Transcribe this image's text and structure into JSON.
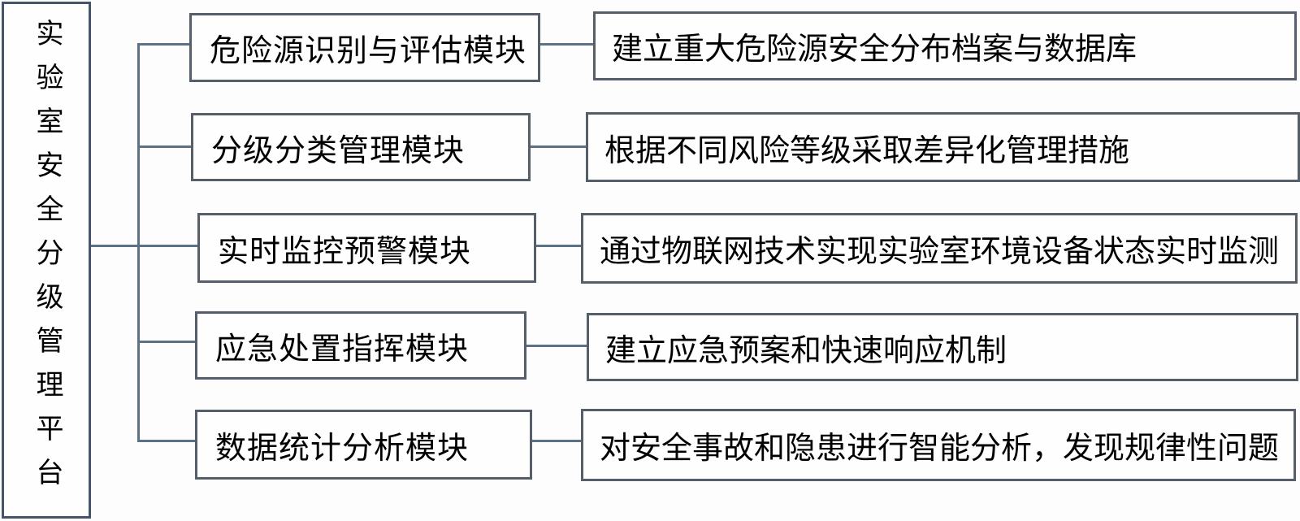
{
  "platform": {
    "label": "实验室安全分级管理平台"
  },
  "rows": [
    {
      "module": "危险源识别与评估模块",
      "description": "建立重大危险源安全分布档案与数据库"
    },
    {
      "module": "分级分类管理模块",
      "description": "根据不同风险等级采取差异化管理措施"
    },
    {
      "module": "实时监控预警模块",
      "description": "通过物联网技术实现实验室环境设备状态实时监测"
    },
    {
      "module": "应急处置指挥模块",
      "description": "建立应急预案和快速响应机制"
    },
    {
      "module": "数据统计分析模块",
      "description": "对安全事故和隐患进行智能分析，发现规律性问题"
    }
  ],
  "colors": {
    "platform_border": "#44546a",
    "box_border": "#565e6a",
    "connector": "#5d7186",
    "text": "#000000",
    "background": "#fdfdfd"
  }
}
